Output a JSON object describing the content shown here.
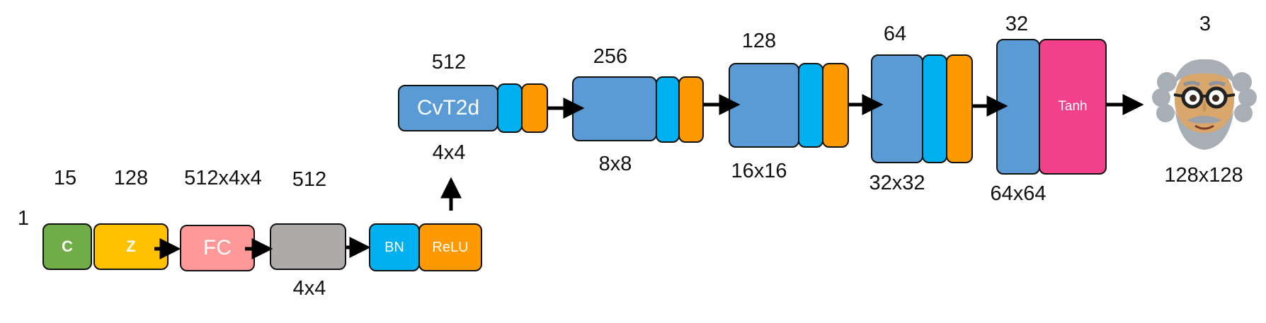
{
  "colors": {
    "c_block": "#70ad47",
    "z_block": "#ffc000",
    "fc_block": "#ff9999",
    "reshape_block": "#aeaaaa",
    "bn_block": "#00b0f0",
    "relu_block": "#ff9900",
    "conv_block": "#5b9bd5",
    "tanh_block": "#f2418a",
    "outline": "#111111"
  },
  "input_row": {
    "batch_label": "1",
    "c": {
      "text": "C",
      "top_label": "15"
    },
    "z": {
      "text": "Z",
      "top_label": "128"
    },
    "fc": {
      "text": "FC",
      "top_label": "512x4x4"
    },
    "reshape": {
      "top_label": "512",
      "bottom_label": "4x4"
    },
    "bn": {
      "text": "BN"
    },
    "relu": {
      "text": "ReLU"
    }
  },
  "stages": [
    {
      "conv_text": "CvT2d",
      "channels": "512",
      "size": "4x4"
    },
    {
      "conv_text": "",
      "channels": "256",
      "size": "8x8"
    },
    {
      "conv_text": "",
      "channels": "128",
      "size": "16x16"
    },
    {
      "conv_text": "",
      "channels": "64",
      "size": "32x32"
    }
  ],
  "final_stage": {
    "channels": "32",
    "size": "64x64",
    "activation": "Tanh"
  },
  "output": {
    "channels": "3",
    "size": "128x128",
    "icon": "cartoon-face-icon"
  }
}
